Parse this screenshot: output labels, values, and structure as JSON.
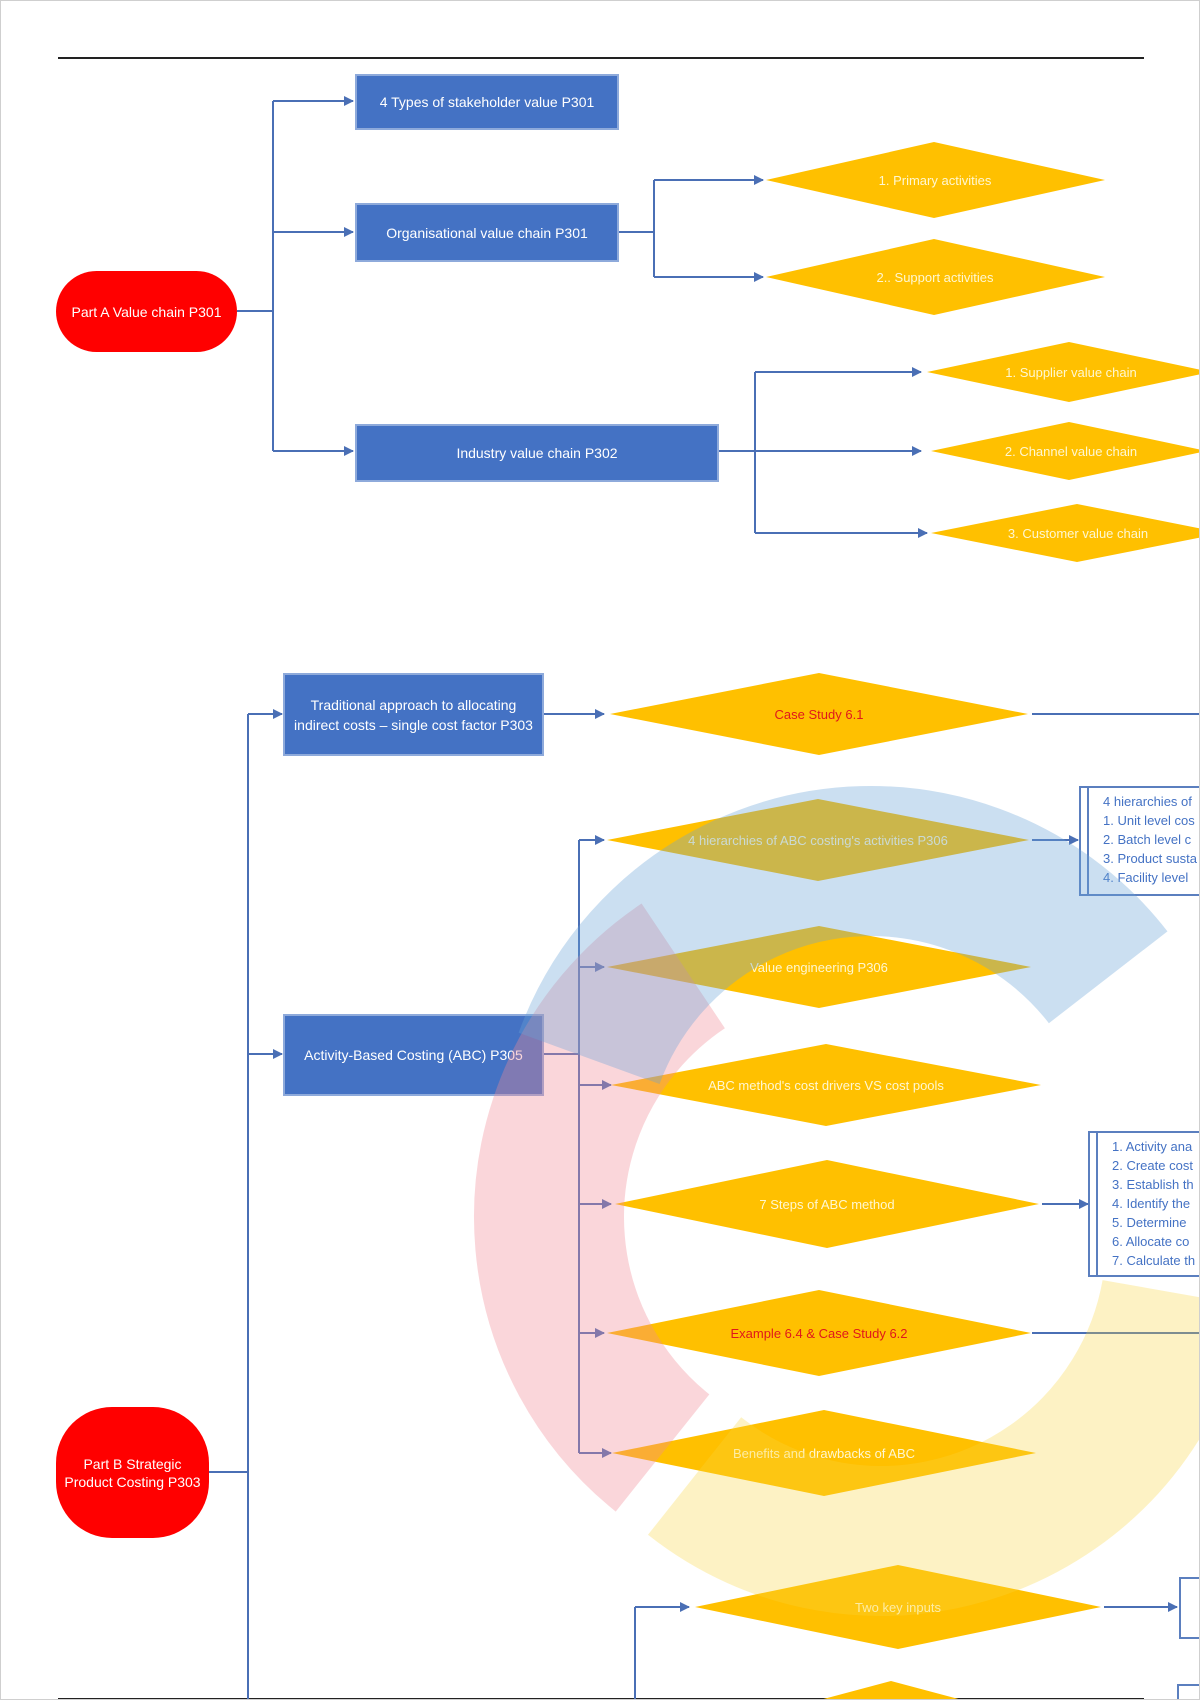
{
  "part_a": {
    "title": "Part A Value chain P301",
    "stakeholder": "4 Types of stakeholder value P301",
    "organisational": "Organisational value chain P301",
    "industry": "Industry value chain P302",
    "primary": "1. Primary activities",
    "support": "2.. Support activities",
    "supplier": "1. Supplier value chain",
    "channel": "2. Channel value chain",
    "customer": "3. Customer value chain"
  },
  "part_b": {
    "title": "Part B Strategic Product Costing P303",
    "traditional": "Traditional approach to allocating indirect costs – single cost factor P303",
    "case_study_6_1": "Case Study 6.1",
    "abc": "Activity-Based Costing (ABC) P305",
    "hierarchies": "4 hierarchies of ABC costing's activities P306",
    "hierarchies_list": [
      "4 hierarchies of",
      "1. Unit level cos",
      "2. Batch level c",
      "3. Product susta",
      "4. Facility level"
    ],
    "value_engineering": "Value engineering P306",
    "cost_drivers": "ABC method's cost drivers VS cost pools",
    "seven_steps": "7 Steps of ABC method",
    "steps_list": [
      "1. Activity ana",
      "2. Create cost",
      "3. Establish th",
      "4. Identify the",
      "5. Determine",
      "6. Allocate co",
      "7. Calculate th"
    ],
    "example_6_4": "Example 6.4 & Case Study 6.2",
    "benefits": "Benefits and drawbacks of ABC",
    "two_key_inputs": "Two key inputs"
  },
  "colors": {
    "rect_fill": "#4472c4",
    "diamond_fill": "#ffc000",
    "oval_fill": "#ff0000",
    "connector": "#4a6fb5",
    "highlight_text": "#e0181b"
  }
}
